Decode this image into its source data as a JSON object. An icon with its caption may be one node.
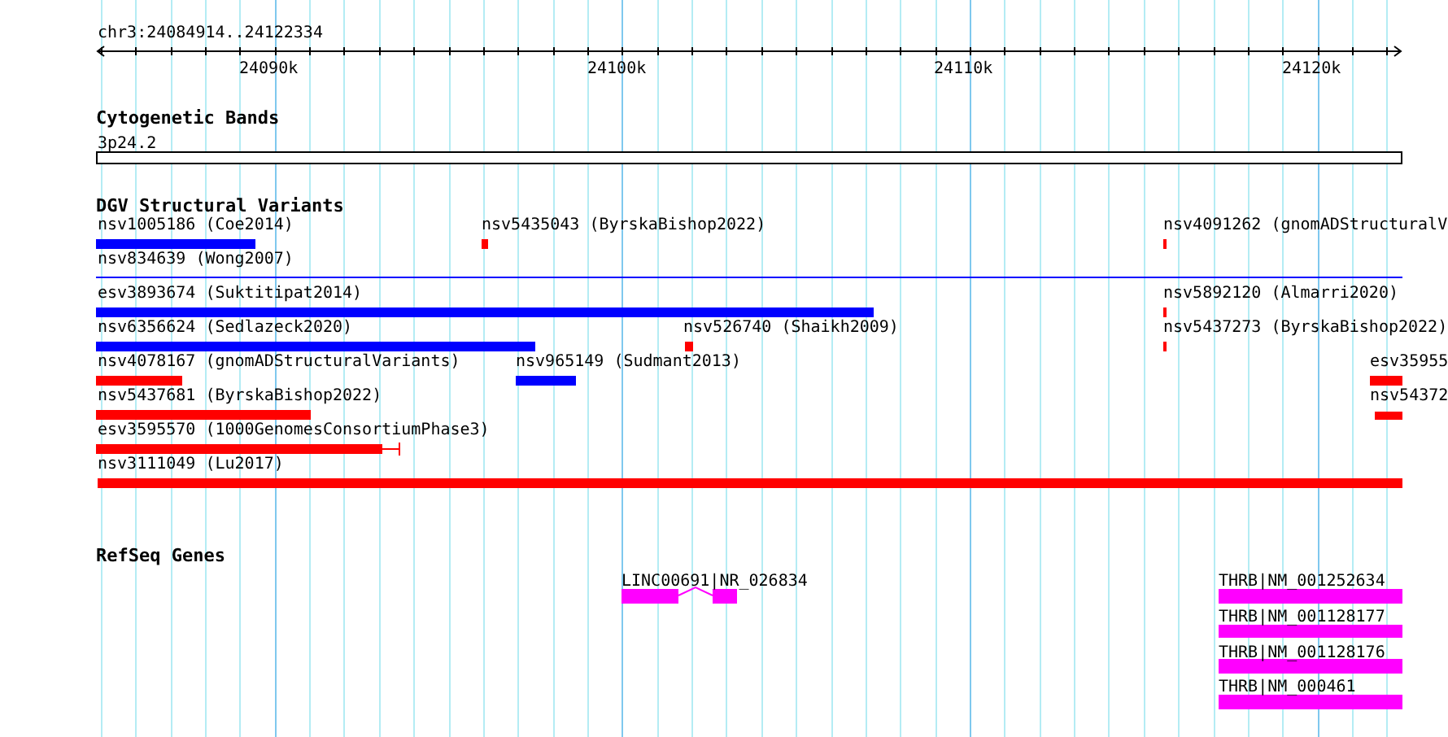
{
  "diagram": {
    "nodes": [
      {
        "text": [
          "3p24.2"
        ]
      },
      {
        "text": [
          "nsv1005186 (Coe2014)"
        ]
      },
      {
        "text": [
          "nsv5435043 (ByrskaBishop2022)"
        ]
      },
      {
        "text": [
          "nsv4091262 (gnomADStructuralV"
        ]
      },
      {
        "text": [
          "nsv834639 (Wong2007)"
        ]
      },
      {
        "text": [
          "esv3893674 (Suktitipat2014)"
        ]
      },
      {
        "text": [
          "nsv5892120 (Almarri2020)"
        ]
      },
      {
        "text": [
          "nsv6356624 (Sedlazeck2020)"
        ]
      },
      {
        "text": [
          "nsv526740 (Shaikh2009)"
        ]
      },
      {
        "text": [
          "nsv5437273 (ByrskaBishop2022)"
        ]
      },
      {
        "text": [
          "nsv4078167 (gnomADStructuralVariants)"
        ]
      },
      {
        "text": [
          "nsv965149 (Sudmant2013)"
        ]
      },
      {
        "text": [
          "esv35955"
        ]
      },
      {
        "text": [
          "nsv5437681 (ByrskaBishop2022)"
        ]
      },
      {
        "text": [
          "nsv54372"
        ]
      },
      {
        "text": [
          "esv3595570 (1000GenomesConsortiumPhase3)"
        ]
      },
      {
        "text": [
          "nsv3111049 (Lu2017)"
        ]
      },
      {
        "text": [
          "LINC00691|NR_026834"
        ]
      },
      {
        "text": [
          "THRB|NM_001252634"
        ]
      },
      {
        "text": [
          "THRB|NM_001128177"
        ]
      },
      {
        "text": [
          "THRB|NM_001128176"
        ]
      },
      {
        "text": [
          "THRB|NM_000461"
        ]
      }
    ],
    "labels": [
      "chr3:24084914..24122334",
      "24090k",
      "24100k",
      "24110k",
      "24120k",
      "Cytogenetic Bands",
      "DGV Structural Variants",
      "RefSeq Genes"
    ]
  }
}
